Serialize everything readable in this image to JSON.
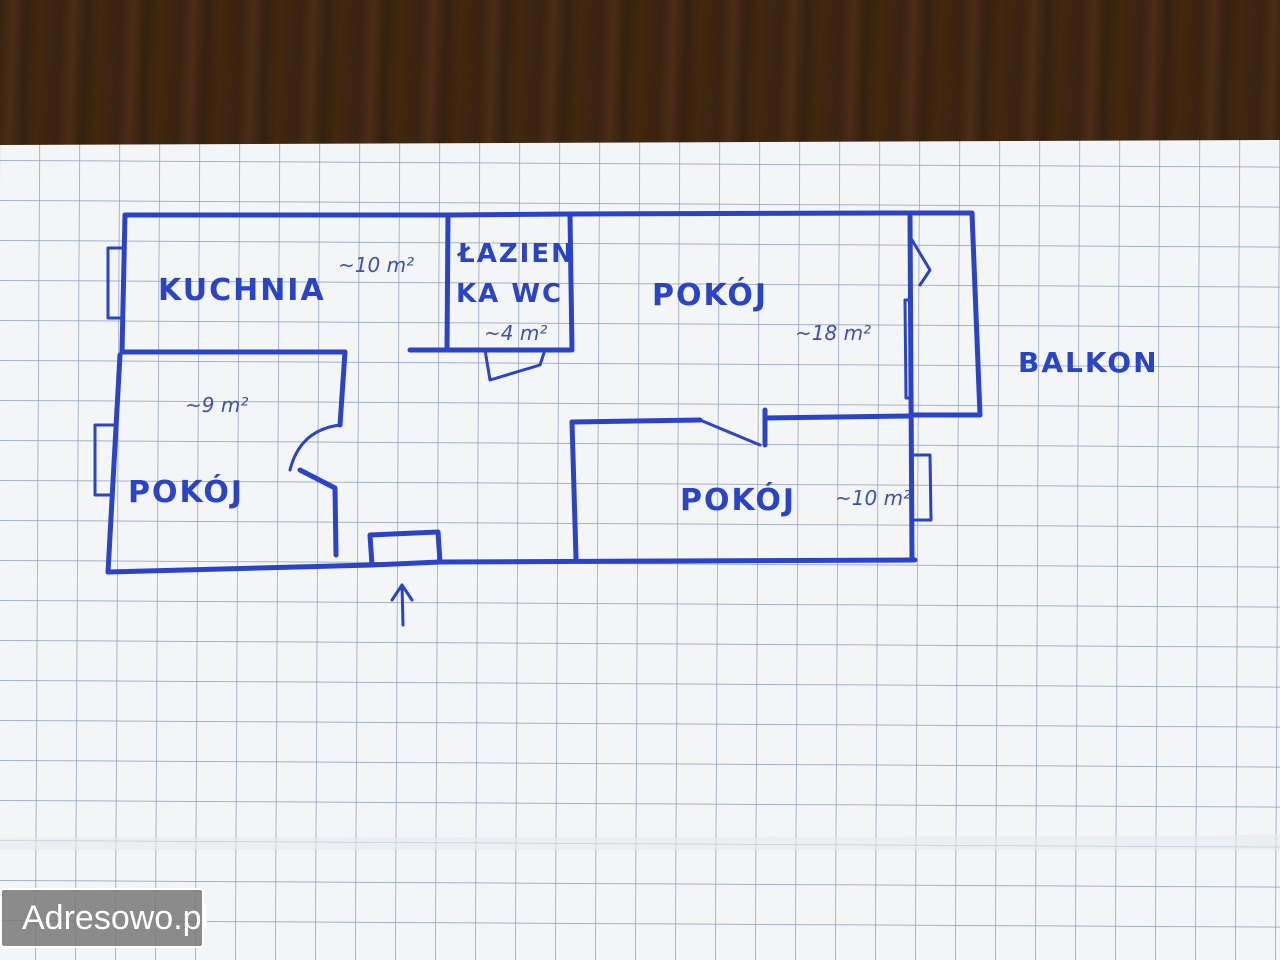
{
  "plan": {
    "kitchen_label": "KUCHNIA",
    "kitchen_area": "~10 m²",
    "bathroom_label_line1": "ŁAZIEN",
    "bathroom_label_line2": "KA WC",
    "bathroom_area": "~4 m²",
    "room_left_label": "POKÓJ",
    "room_left_area": "~9 m²",
    "room_big_label": "POKÓJ",
    "room_big_area": "~18 m²",
    "room_small_label": "POKÓJ",
    "room_small_area": "~10 m²",
    "balcony_label": "BALKON"
  },
  "watermark": {
    "text": "Adresowo.pl"
  },
  "colors": {
    "ink": "#2b43c9",
    "paper": "#f4f5f7",
    "grid": "#8a9db8",
    "wood": "#3a2212"
  }
}
